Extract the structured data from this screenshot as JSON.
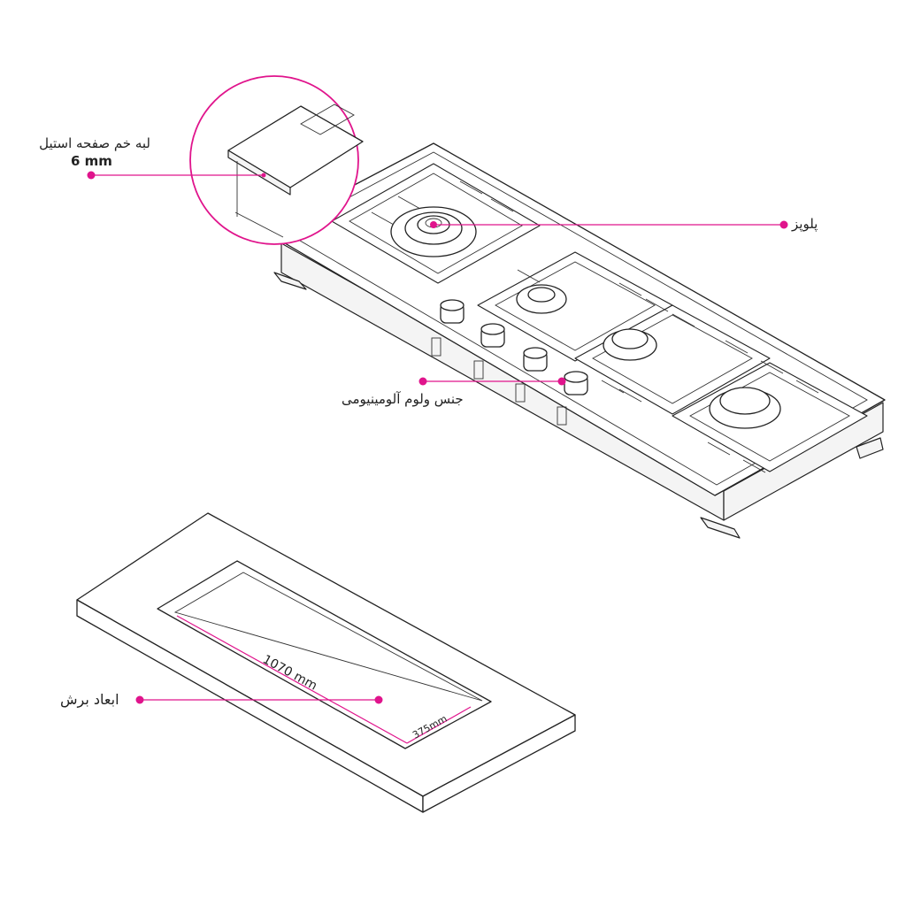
{
  "colors": {
    "accent": "#e0148c",
    "line": "#222222",
    "background": "#ffffff"
  },
  "callouts": {
    "steel_edge": {
      "title": "لبه خم صفحه استیل",
      "value": "6 mm"
    },
    "burner": {
      "title": "پلوپز"
    },
    "knob": {
      "title": "جنس ولوم آلومینیومی"
    },
    "cutout": {
      "title": "ابعاد برش"
    }
  },
  "dimensions": {
    "length": "1070 mm",
    "width": "375mm"
  }
}
